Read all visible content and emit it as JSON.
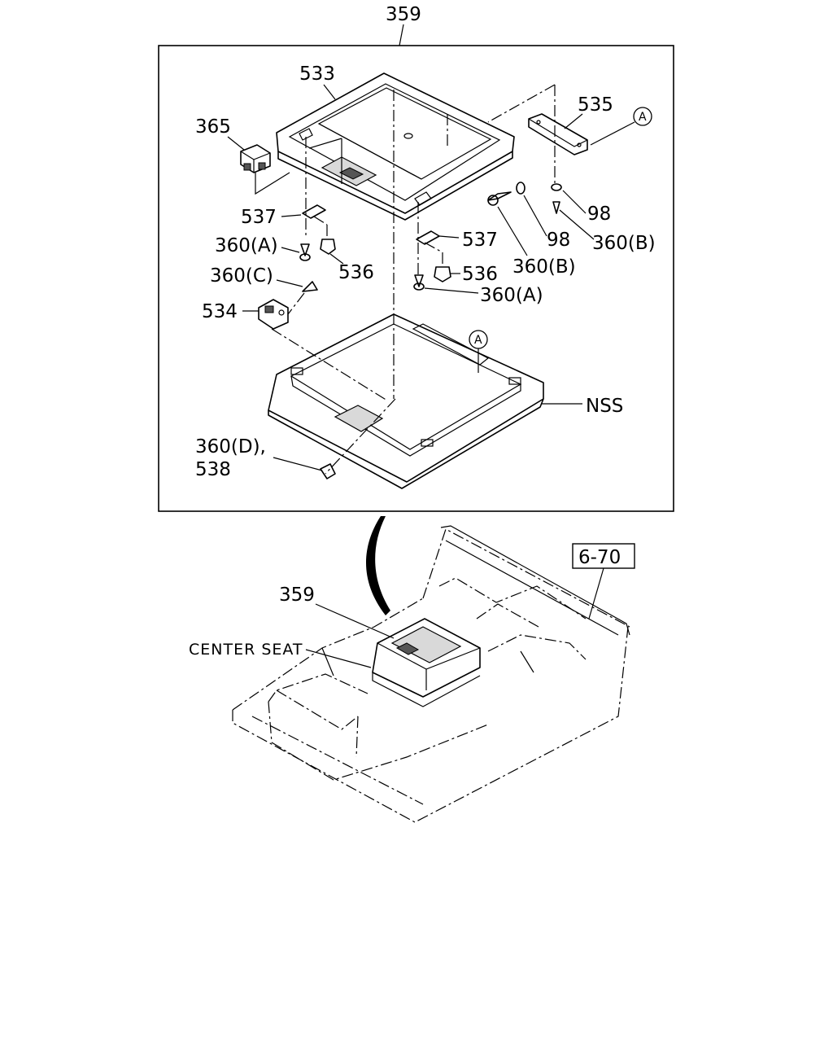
{
  "labels": {
    "top": "359",
    "cover": "533",
    "switch": "365",
    "bracket_right": "535",
    "ref_a": "A",
    "clip_left": "537",
    "clip_right": "537",
    "screw_a_left": "360(A)",
    "screw_a_right": "360(A)",
    "nut_left": "536",
    "nut_right": "536",
    "washer_1": "98",
    "washer_2": "98",
    "screw_b_1": "360(B)",
    "screw_b_2": "360(B)",
    "screw_c": "360(C)",
    "latch": "534",
    "nss": "NSS",
    "screw_d": "360(D),",
    "part_538": "538",
    "locator_359": "359",
    "center_seat": "CENTER SEAT",
    "ref_page": "6-70"
  }
}
